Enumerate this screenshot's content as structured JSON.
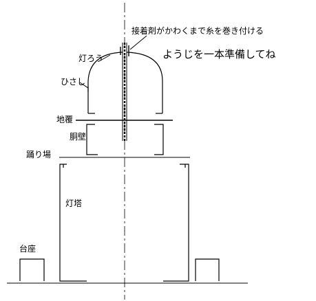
{
  "labels": {
    "note": "接着剤がかわくまで糸を巻き付ける",
    "toothpick": "ようじを一本準備してね",
    "lantern": "灯ろう",
    "hood": "ひさし",
    "ground_cover": "地覆",
    "shaft_wall": "胴壁",
    "landing": "踊り場",
    "tower": "灯塔",
    "base": "台座"
  },
  "colors": {
    "stroke": "#000000",
    "background": "#ffffff"
  }
}
